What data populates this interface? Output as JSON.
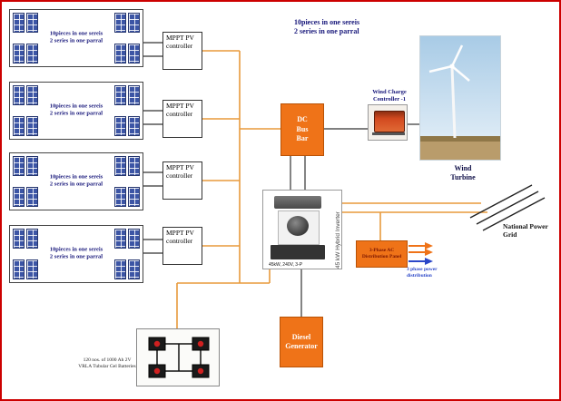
{
  "top_note": {
    "line1": "10pieces in one sereis",
    "line2": "2 series in one parral"
  },
  "solar_arrays": [
    {
      "line1": "10pieces in one sereis",
      "line2": "2 series in one parral"
    },
    {
      "line1": "10pieces in one sereis",
      "line2": "2 series in one parral"
    },
    {
      "line1": "10pieces in one sereis",
      "line2": "2 series in one parral"
    },
    {
      "line1": "10pieces in one sereis",
      "line2": "2 series in one parral"
    }
  ],
  "mppt_controllers": [
    {
      "label": "MPPT PV controller"
    },
    {
      "label": "MPPT PV controller"
    },
    {
      "label": "MPPT PV controller"
    },
    {
      "label": "MPPT PV controller"
    }
  ],
  "dc_bus_bar": {
    "label": "DC Bus Bar"
  },
  "wind_charge_controller": {
    "label": "Wind Charge Controller -1"
  },
  "wind_turbine": {
    "label": "Wind Turbine"
  },
  "inverter": {
    "side_label": "45 kW Hybrid Inverter",
    "spec_label": "45kW, 240V, 3-P"
  },
  "ac_distribution_panel": {
    "label": "3-Phase AC Distribution Panel"
  },
  "phase_power_note": {
    "label": "3 phase power distribution"
  },
  "national_grid": {
    "label": "National Power Grid"
  },
  "diesel_generator": {
    "label": "Diesel Generator"
  },
  "batteries": {
    "label": "120 nos. of 1000 Ah 2V VRLA Tubular Gel Batteries"
  },
  "icons": {
    "solar-panel-icon": "blue grid rectangle",
    "battery-cell-icon": "dark cell with red terminal",
    "wind-turbine-graphic": "tower with three blades",
    "arrow-right-icon": "→"
  },
  "colors": {
    "accent_orange": "#ef7318",
    "wire_orange": "#e89a3c",
    "panel_blue": "#3c55a5",
    "note_navy": "#16167a",
    "distribution_blue": "#2a46c8",
    "border_red": "#cc0000"
  }
}
